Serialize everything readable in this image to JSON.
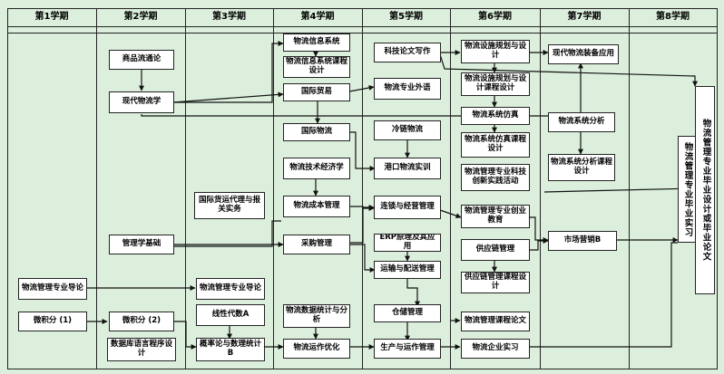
{
  "semesters": [
    "第1学期",
    "第2学期",
    "第3学期",
    "第4学期",
    "第5学期",
    "第6学期",
    "第7学期",
    "第8学期"
  ],
  "courses": {
    "sp_xkdlx": "商品流通论",
    "xdwlx": "现代物流学",
    "glxjc": "管理学基础",
    "wlgl_dl_1": "物流管理专业导论",
    "wjf1": "微积分 (1)",
    "wjf2": "微积分 (2)",
    "sjkyy": "数据库语言程序设计",
    "gjhy": "国际货运代理与报关实务",
    "wlgl_dl_3": "物流管理专业导论",
    "xxds": "线性代数A",
    "gll": "概率论与数理统计B",
    "wlxxxt": "物流信息系统",
    "wlxxxt_kc": "物流信息系统课程设计",
    "gjmy": "国际贸易",
    "gjwl": "国际物流",
    "wljsjjx": "物流技术经济学",
    "wlcbgl": "物流成本管理",
    "cggl": "采购管理",
    "wlsjtj": "物流数据统计与分析",
    "wlyzyh": "物流运作优化",
    "kjlwxz": "科技论文写作",
    "wlzywy": "物流专业外语",
    "llwl": "冷链物流",
    "gkwlsx": "港口物流实训",
    "lsjygl": "连锁与经营管理",
    "erp": "ERP原理及其应用",
    "ysps": "运输与配送管理",
    "ccgl": "仓储管理",
    "scyyz": "生产与运作管理",
    "wlssgh": "物流设施规划与设计",
    "wlssgh_kc": "物流设施规划与设计课程设计",
    "wlxtfz": "物流系统仿真",
    "wlxtfz_kc": "物流系统仿真课程设计",
    "wlkj": "物流管理专业科技创新实践活动",
    "wlcy": "物流管理专业创业教育",
    "gylgl": "供应链管理",
    "gylgl_kc": "供应链管理课程设计",
    "wlkclw": "物流管理课程论文",
    "wlqysx": "物流企业实习",
    "xdwlzb": "现代物流装备应用",
    "wlxtfx": "物流系统分析",
    "wlxtfx_kc": "物流系统分析课程设计",
    "scyx": "市场营销B",
    "bysx": "物流管理专业毕业实习",
    "bysj": "物流管理专业毕业设计或毕业论文"
  },
  "colors": {
    "background": "#dcefdc",
    "grid": "#222222",
    "box": "#ffffff",
    "line": "#111111"
  }
}
